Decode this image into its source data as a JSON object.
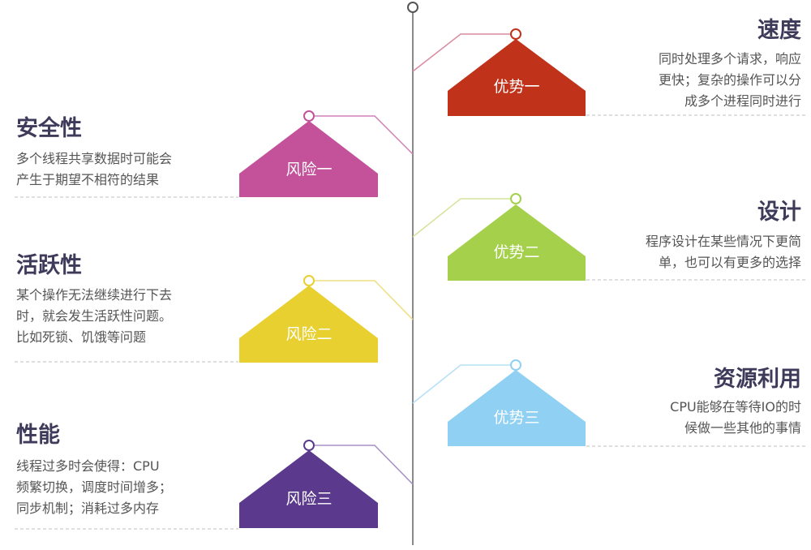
{
  "colors": {
    "advantage1": "#c0321a",
    "advantage2": "#a4d04c",
    "advantage3": "#8fd0f3",
    "risk1": "#c4529a",
    "risk2": "#e8d030",
    "risk3": "#5b3a8e",
    "axis": "#8a8a8a",
    "heading_text": "#3e3a5a",
    "body_text": "#555555",
    "dash_line": "#bfbfbf"
  },
  "advantages": [
    {
      "badge": "优势一",
      "title": "速度",
      "lines": [
        "同时处理多个请求，响应",
        "更快；复杂的操作可以分",
        "成多个进程同时进行"
      ]
    },
    {
      "badge": "优势二",
      "title": "设计",
      "lines": [
        "程序设计在某些情况下更简",
        "单，也可以有更多的选择"
      ]
    },
    {
      "badge": "优势三",
      "title": "资源利用",
      "lines": [
        "CPU能够在等待IO的时",
        "候做一些其他的事情"
      ]
    }
  ],
  "risks": [
    {
      "badge": "风险一",
      "title": "安全性",
      "lines": [
        "多个线程共享数据时可能会",
        "产生于期望不相符的结果"
      ]
    },
    {
      "badge": "风险二",
      "title": "活跃性",
      "lines": [
        "某个操作无法继续进行下去",
        "时，就会发生活跃性问题。",
        "比如死锁、饥饿等问题"
      ]
    },
    {
      "badge": "风险三",
      "title": "性能",
      "lines": [
        "线程过多时会使得：CPU",
        "频繁切换，调度时间增多；",
        "同步机制；消耗过多内存"
      ]
    }
  ]
}
